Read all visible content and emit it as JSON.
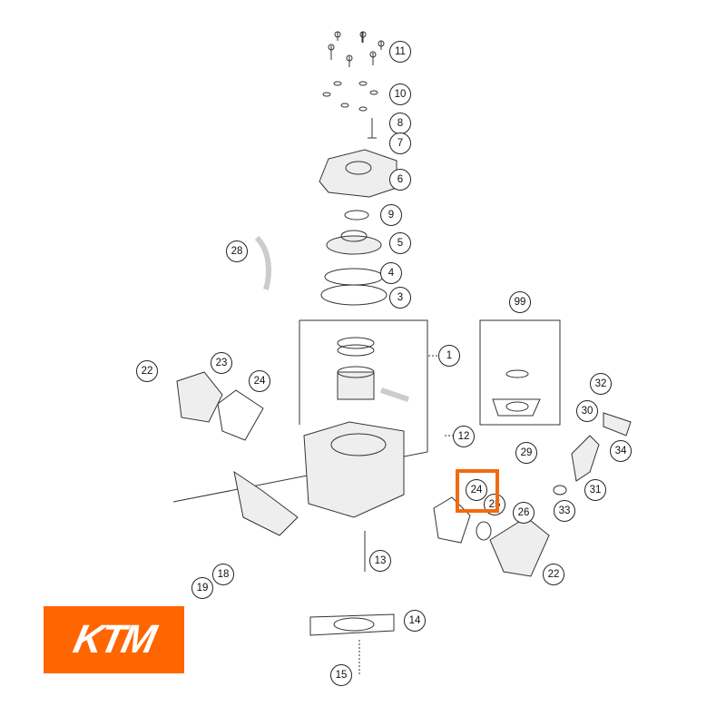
{
  "diagram": {
    "brand": "KTM",
    "highlight_color": "#f26a10",
    "brand_color": "#ff6600",
    "highlighted_callout": "24",
    "callouts": [
      "11",
      "10",
      "8",
      "7",
      "6",
      "9",
      "5",
      "28",
      "4",
      "3",
      "99",
      "1",
      "23",
      "22",
      "24",
      "32",
      "30",
      "12",
      "29",
      "34",
      "31",
      "24",
      "25",
      "26",
      "33",
      "13",
      "18",
      "22",
      "19",
      "14",
      "15"
    ]
  }
}
